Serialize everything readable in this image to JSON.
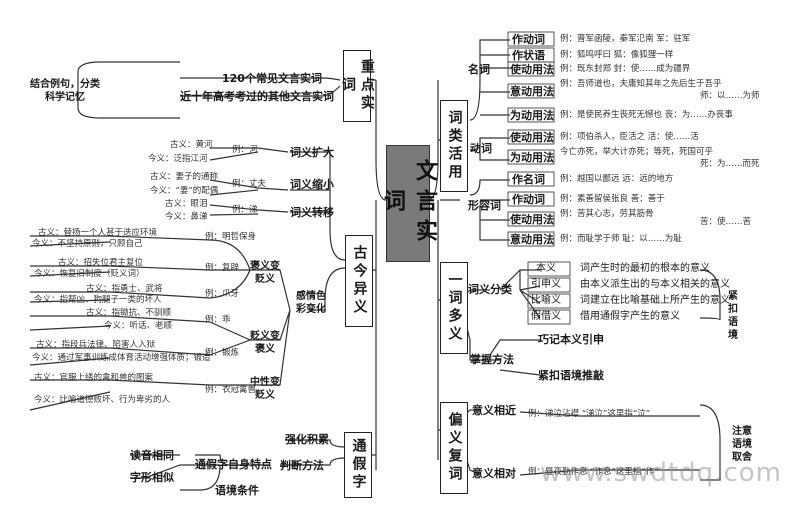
{
  "center": "文言实词",
  "sections": {
    "zhongdian": "重点实词",
    "gujin": "古今异义",
    "tongjia": "通假字",
    "cilei": "词类活用",
    "yiduo": "一词多义",
    "pianyi": "偏义复词"
  },
  "zhongdian": {
    "note": "结合例句，分类科学记忆",
    "items": [
      "120个常见文言实词",
      "近十年高考考过的其他文言实词"
    ]
  },
  "gujin": {
    "kuoda": {
      "label": "词义扩大",
      "g": "古义：黄河",
      "j": "今义：泛指江河",
      "eg": "例：河"
    },
    "suoxiao": {
      "label": "词义缩小",
      "g": "古义：妻子的通称",
      "j": "今义：“妻”的配偶",
      "eg": "例：丈夫"
    },
    "zhuanyi": {
      "label": "词义转移",
      "g": "古义：眼泪",
      "j": "今义：鼻涕",
      "eg": "例：涕"
    },
    "ganqing": "感情色彩变化",
    "baoyi": {
      "label": "褒义变贬义",
      "r1g": "古义：替扬一个人甚于迭应环境",
      "r1j": "今义：不坚持原则，只顾自己",
      "r1eg": "例：明哲保身",
      "r2g": "古义：招失位君主复位",
      "r2j": "今义：恢复旧制度（贬义词）",
      "r2eg": "例：复辟",
      "r3g": "古义：指勇士、武将",
      "r3j": "今义：指帮凶、狗腿子一类的坏人",
      "r3eg": "例：爪牙"
    },
    "bianyi": {
      "label": "贬义变褒义",
      "r1g": "古义：指锄抗、不驯顺",
      "r1j": "今义：听话、老顺",
      "r1eg": "例：乖",
      "r2g": "古义：指段兵法律、陷害人入狱",
      "r2j": "今义：通过军事训练成体育活动增强体质；锻造",
      "r2eg": "例：锻炼"
    },
    "zhongxing": {
      "label": "中性变贬义",
      "g": "古义：官服上绣的禽和兽的图案",
      "j": "今义：比喻道德败坏、行为卑劣的人",
      "eg": "例：衣冠禽兽"
    }
  },
  "tongjia": {
    "l1": "强化积累",
    "l2": "判断方法",
    "mid": "通假字自身特点",
    "a": "读音相同",
    "b": "字形相似",
    "c": "语境条件"
  },
  "cilei": {
    "mingci": "名词",
    "dongci": "动词",
    "xingrong": "形容词",
    "m1": "作动词",
    "m1eg": "例：晋军函陵，秦军氾南 军：驻军",
    "m2": "作状语",
    "m2eg": "例：狐鸣呼曰 狐：像狐狸一样",
    "m3": "使动用法",
    "m3eg": "例：既东封郑 封：使……成为疆界",
    "m4": "意动用法",
    "m4eg1": "例：吾师道也，夫庸知其年之先后生于吾乎",
    "m4eg2": "师：以……为师",
    "m5": "为动用法",
    "m5eg": "例：是使民养生丧死无憾也 丧：为……办丧事",
    "d1": "使动用法",
    "d1eg": "例：项伯杀人，臣活之 活：使……活",
    "d2": "为动用法",
    "d2eg1": "今亡亦死，举大计亦死；等死，死国可乎",
    "d2eg2": "死：为……而死",
    "x1": "作名词",
    "x1eg": "例：越国以鄙远 远：远的地方",
    "x2": "作动词",
    "x2eg": "例：素善留侯张良 善：善于",
    "x3": "使动用法",
    "x3eg1": "例：苦其心志，劳其筋骨",
    "x3eg2": "苦：使……苦",
    "x4": "意动用法",
    "x4eg": "例：而耻学于师 耻：以……为耻"
  },
  "yiduo": {
    "fenlei": "词义分类",
    "bt1": "本义",
    "bd1": "词产生时的最初的根本的意义",
    "bt2": "引申义",
    "bd2": "由本义派生出的与本义相关的意义",
    "bt3": "比喻义",
    "bd3": "词建立在比喻基础上所产生的意义",
    "bt4": "假借义",
    "bd4": "借用通假字产生的意义",
    "right": "紧扣语境",
    "zhangwo": "掌握方法",
    "f1": "巧记本义引申",
    "f2": "紧扣语境推敲"
  },
  "pianyi": {
    "a": "意义相近",
    "aeg": "例：涕泣沾襟 “涕泣”这里指“泣”",
    "b": "意义相对",
    "beg": "例：昼夜勤作息 “作息”这里指“作”",
    "right": "注意语境取舍"
  },
  "watermark": "www.swdtdq.com"
}
